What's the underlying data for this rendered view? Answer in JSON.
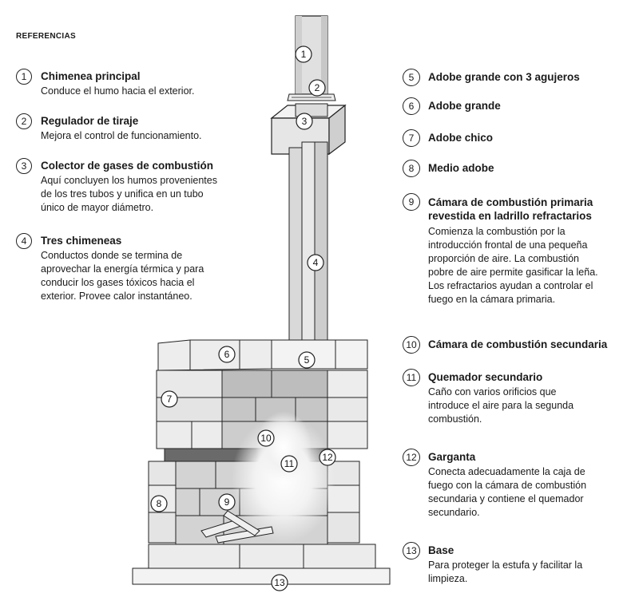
{
  "header": "REFERENCIAS",
  "references": [
    {
      "num": "1",
      "title": "Chimenea principal",
      "desc": "Conduce el humo hacia el exterior."
    },
    {
      "num": "2",
      "title": "Regulador de tiraje",
      "desc": "Mejora el control de funcionamiento."
    },
    {
      "num": "3",
      "title": "Colector de gases de combustión",
      "desc": "Aquí concluyen los humos provenientes\nde los tres tubos y unifica en un tubo\núnico de mayor diámetro."
    },
    {
      "num": "4",
      "title": "Tres chimeneas",
      "desc": "Conductos donde se termina de\naprovechar la energía térmica y para\nconducir los gases tóxicos hacia el\nexterior. Provee calor instantáneo."
    },
    {
      "num": "5",
      "title": "Adobe grande con 3 agujeros",
      "desc": ""
    },
    {
      "num": "6",
      "title": "Adobe grande",
      "desc": ""
    },
    {
      "num": "7",
      "title": "Adobe chico",
      "desc": ""
    },
    {
      "num": "8",
      "title": "Medio adobe",
      "desc": ""
    },
    {
      "num": "9",
      "title": "Cámara de combustión primaria\nrevestida en ladrillo refractarios",
      "desc": "Comienza la combustión por la\nintroducción frontal de una pequeña\nproporción de aire. La combustión\npobre de aire permite gasificar la leña.\nLos refractarios ayudan a controlar el\nfuego en la cámara primaria."
    },
    {
      "num": "10",
      "title": "Cámara de combustión secundaria",
      "desc": ""
    },
    {
      "num": "11",
      "title": "Quemador secundario",
      "desc": "Caño con varios orificios que\nintroduce el aire para la segunda\ncombustión."
    },
    {
      "num": "12",
      "title": "Garganta",
      "desc": "Conecta adecuadamente la caja de\nfuego con la cámara de combustión\nsecundaria y contiene el quemador\nsecundario."
    },
    {
      "num": "13",
      "title": "Base",
      "desc": "Para proteger la estufa y facilitar la\nlimpieza."
    }
  ]
}
